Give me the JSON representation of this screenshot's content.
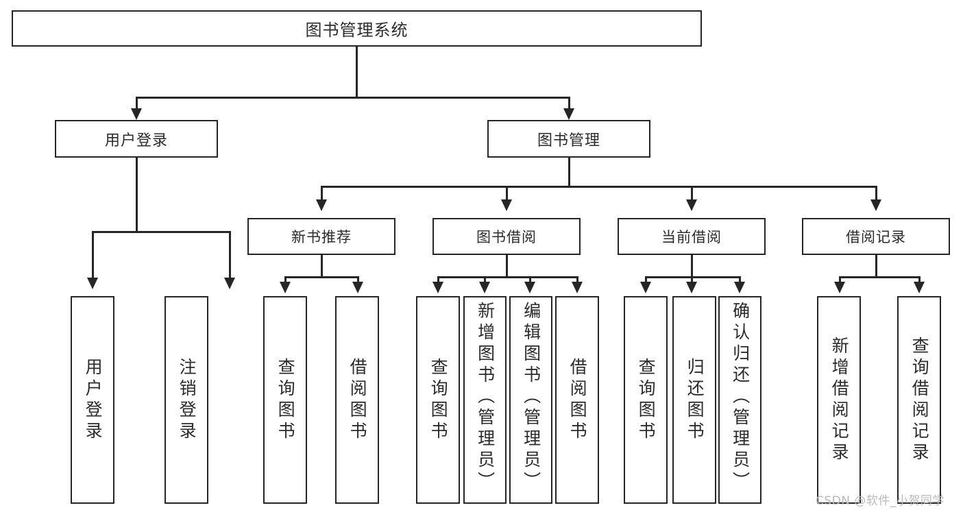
{
  "diagram": {
    "type": "tree-hierarchy-diagram",
    "title": "图书管理系统",
    "colors": {
      "stroke": "#262626",
      "fill": "#ffffff",
      "text": "#2b2b2b",
      "watermark": "#b9b9b9"
    },
    "root": {
      "label": "图书管理系统"
    },
    "level2": [
      {
        "id": "user-login",
        "label": "用户登录"
      },
      {
        "id": "book-manage",
        "label": "图书管理"
      }
    ],
    "level3": [
      {
        "id": "new-book-recommend",
        "label": "新书推荐"
      },
      {
        "id": "book-borrow",
        "label": "图书借阅"
      },
      {
        "id": "current-borrow",
        "label": "当前借阅"
      },
      {
        "id": "borrow-record",
        "label": "借阅记录"
      }
    ],
    "leaves": {
      "user_login": [
        {
          "id": "leaf-user-login",
          "label": "用户登录"
        },
        {
          "id": "leaf-user-logout",
          "label": "注销登录"
        }
      ],
      "new_book_recommend": [
        {
          "id": "leaf-query-book-1",
          "label": "查询图书"
        },
        {
          "id": "leaf-borrow-book-1",
          "label": "借阅图书"
        }
      ],
      "book_borrow": [
        {
          "id": "leaf-query-book-2",
          "label": "查询图书"
        },
        {
          "id": "leaf-add-book",
          "label": "新增图书（管理员）"
        },
        {
          "id": "leaf-edit-book",
          "label": "编辑图书（管理员）"
        },
        {
          "id": "leaf-borrow-book-2",
          "label": "借阅图书"
        }
      ],
      "current_borrow": [
        {
          "id": "leaf-query-book-3",
          "label": "查询图书"
        },
        {
          "id": "leaf-return-book",
          "label": "归还图书"
        },
        {
          "id": "leaf-confirm-return",
          "label": "确认归还（管理员）"
        }
      ],
      "borrow_record": [
        {
          "id": "leaf-add-record",
          "label": "新增借阅记录"
        },
        {
          "id": "leaf-query-record",
          "label": "查询借阅记录"
        }
      ]
    }
  },
  "watermark": {
    "text": "CSDN @软件_小贺同学"
  }
}
